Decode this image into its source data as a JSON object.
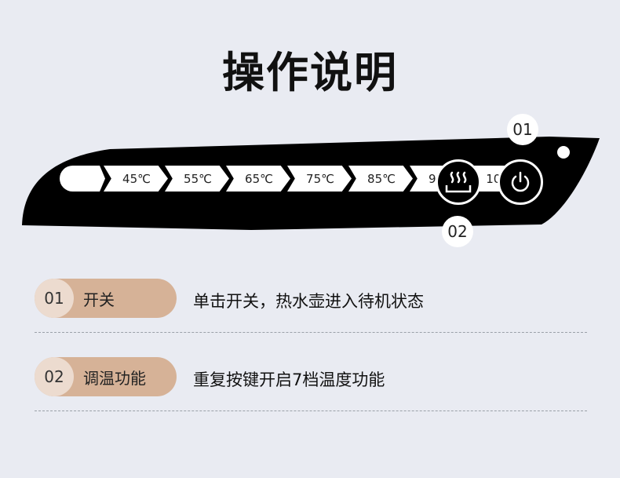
{
  "title": "操作说明",
  "panel": {
    "temps": [
      "45℃",
      "55℃",
      "65℃",
      "75℃",
      "85℃",
      "95℃",
      "100℃"
    ],
    "callouts": {
      "power": "01",
      "heat": "02"
    }
  },
  "instructions": [
    {
      "num": "01",
      "label": "开关",
      "desc": "单击开关，热水壶进入待机状态"
    },
    {
      "num": "02",
      "label": "调温功能",
      "desc": "重复按键开启7档温度功能"
    }
  ],
  "colors": {
    "background": "#e9ebf2",
    "panel": "#000000",
    "pill": "#d6b297",
    "pill_num": "#ecdbcf"
  }
}
